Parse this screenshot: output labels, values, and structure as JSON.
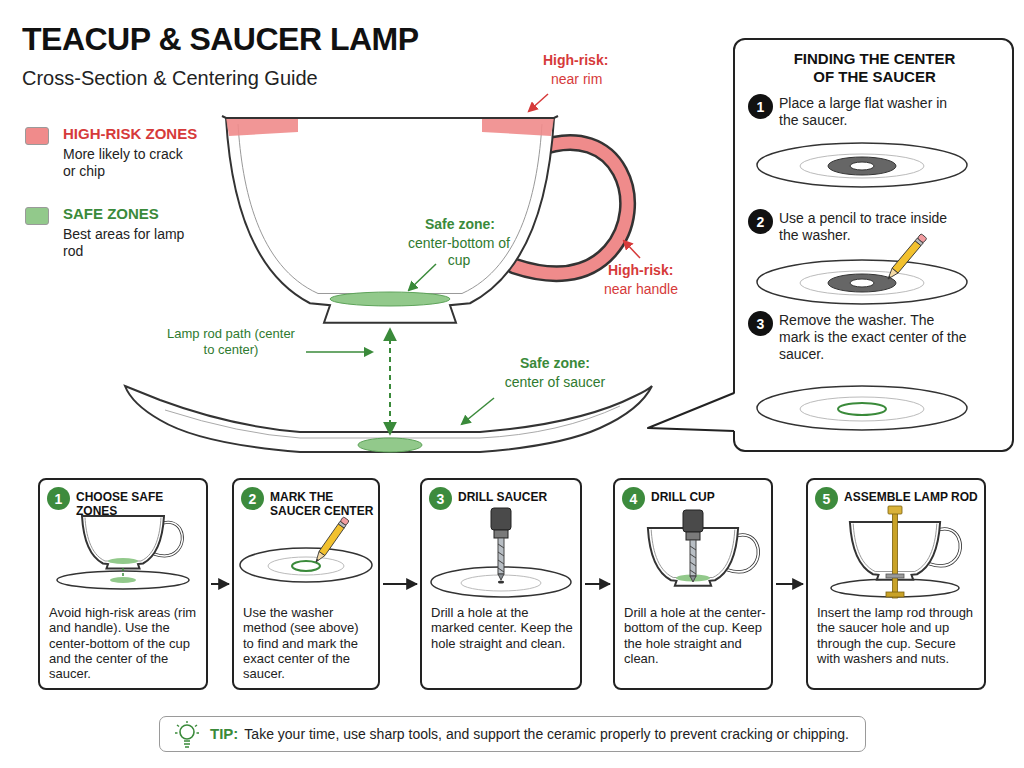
{
  "diagram": {
    "title": "TEACUP & SAUCER LAMP",
    "nodes": [
      {
        "text": [
          "FINDING THE CENTER OF THE SAUCER",
          "Place a large flat washer in the saucer.",
          "Use a pencil to trace inside the washer.",
          "Remove the washer. The mark is the exact center of the saucer."
        ]
      },
      {
        "text": [
          "1"
        ],
        "in": 0
      },
      {
        "text": [
          "2"
        ],
        "in": 0
      },
      {
        "text": [
          "3"
        ],
        "in": 0
      },
      {
        "text": [
          "CHOOSE SAFE ZONES",
          "Avoid high-risk areas (rim and handle). Use the center-bottom of the cup and the center of the saucer."
        ]
      },
      {
        "text": [
          "1"
        ],
        "in": 4
      },
      {
        "text": [
          "MARK THE SAUCER CENTER",
          "Use the washer method (see above) to find and mark the exact center of the saucer."
        ]
      },
      {
        "text": [
          "2"
        ],
        "in": 6
      },
      {
        "text": [
          "DRILL SAUCER",
          "Drill a hole at the marked center. Keep the hole straight and clean."
        ]
      },
      {
        "text": [
          "3"
        ],
        "in": 8
      },
      {
        "text": [
          "DRILL CUP",
          "Drill a hole at the center-bottom of the cup. Keep the hole straight and clean."
        ]
      },
      {
        "text": [
          "4"
        ],
        "in": 10
      },
      {
        "text": [
          "ASSEMBLE LAMP ROD",
          "Insert the lamp rod through the saucer hole and up through the cup. Secure with washers and nuts."
        ]
      },
      {
        "text": [
          "5"
        ],
        "in": 12
      },
      {
        "text": [
          "TIP:",
          "Take your time, use sharp tools, and support the ceramic properly to prevent cracking or chipping."
        ]
      }
    ],
    "edges": [
      {
        "from": 4,
        "to": 6,
        "arrow": "to"
      },
      {
        "from": 6,
        "to": 8,
        "arrow": "to"
      },
      {
        "from": 8,
        "to": 10,
        "arrow": "to"
      },
      {
        "from": 10,
        "to": 12,
        "arrow": "to"
      }
    ],
    "labels": [
      "Cross-Section & Centering Guide",
      "More likely to crack or chip",
      "Best areas for lamp rod",
      "High-risk:",
      "near rim",
      "Safe zone:",
      "center-bottom of cup",
      "High-risk:",
      "near handle",
      "Lamp rod path (center to center)",
      "Safe zone:",
      "center of saucer"
    ],
    "legend": [
      {
        "text": "HIGH-RISK ZONES",
        "color": "#f08b8b"
      },
      {
        "text": "SAFE ZONES",
        "color": "#92c98b"
      }
    ]
  }
}
